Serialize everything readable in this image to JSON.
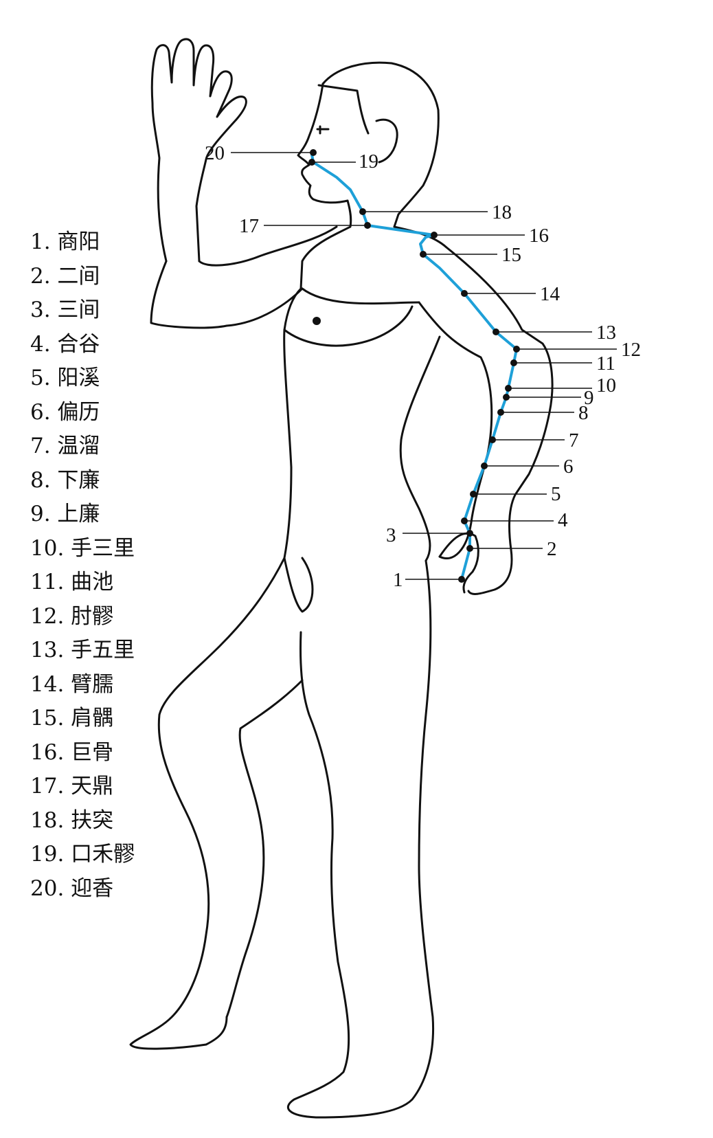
{
  "meridian_color": "#1ea0d8",
  "ink_color": "#111111",
  "legend": [
    "1. 商阳",
    "2. 二间",
    "3. 三间",
    "4. 合谷",
    "5. 阳溪",
    "6. 偏历",
    "7. 温溜",
    "8. 下廉",
    "9. 上廉",
    "10. 手三里",
    "11. 曲池",
    "12. 肘髎",
    "13. 手五里",
    "14. 臂臑",
    "15. 肩髃",
    "16. 巨骨",
    "17. 天鼎",
    "18. 扶突",
    "19. 口禾髎",
    "20. 迎香"
  ],
  "point_labels": [
    "1",
    "2",
    "3",
    "4",
    "5",
    "6",
    "7",
    "8",
    "9",
    "10",
    "11",
    "12",
    "13",
    "14",
    "15",
    "16",
    "17",
    "18",
    "19",
    "20"
  ]
}
